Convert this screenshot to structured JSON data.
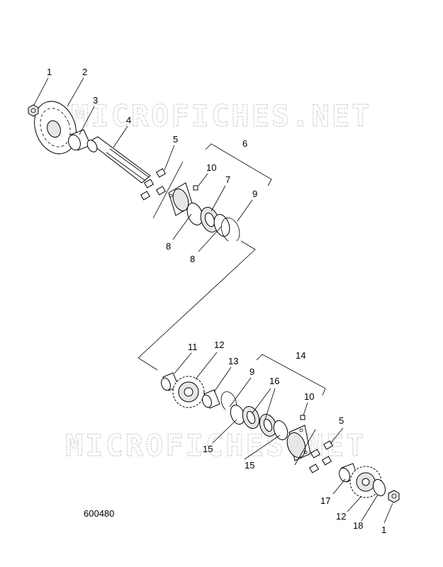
{
  "watermark": "MICROFICHES.NET",
  "figure_number": "600480",
  "callouts": [
    {
      "id": "c1a",
      "label": "1"
    },
    {
      "id": "c2",
      "label": "2"
    },
    {
      "id": "c3",
      "label": "3"
    },
    {
      "id": "c4",
      "label": "4"
    },
    {
      "id": "c5a",
      "label": "5"
    },
    {
      "id": "c6",
      "label": "6"
    },
    {
      "id": "c10a",
      "label": "10"
    },
    {
      "id": "c7",
      "label": "7"
    },
    {
      "id": "c9a",
      "label": "9"
    },
    {
      "id": "c8a",
      "label": "8"
    },
    {
      "id": "c8b",
      "label": "8"
    },
    {
      "id": "c11",
      "label": "11"
    },
    {
      "id": "c12a",
      "label": "12"
    },
    {
      "id": "c13",
      "label": "13"
    },
    {
      "id": "c9b",
      "label": "9"
    },
    {
      "id": "c14",
      "label": "14"
    },
    {
      "id": "c16",
      "label": "16"
    },
    {
      "id": "c10b",
      "label": "10"
    },
    {
      "id": "c5b",
      "label": "5"
    },
    {
      "id": "c15a",
      "label": "15"
    },
    {
      "id": "c15b",
      "label": "15"
    },
    {
      "id": "c17",
      "label": "17"
    },
    {
      "id": "c12b",
      "label": "12"
    },
    {
      "id": "c18",
      "label": "18"
    },
    {
      "id": "c1b",
      "label": "1"
    }
  ]
}
